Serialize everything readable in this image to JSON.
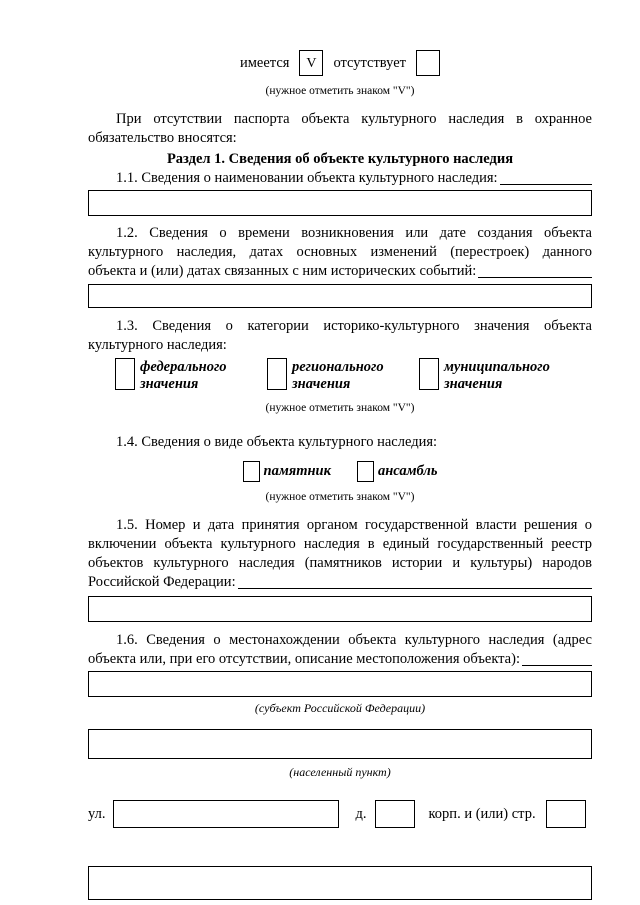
{
  "availability": {
    "present_label": "имеется",
    "present_mark": "V",
    "absent_label": "отсутствует",
    "absent_mark": "",
    "note": "(нужное отметить знаком \"V\")"
  },
  "intro": {
    "lines": [
      "При отсутствии паспорта объекта культурного наследия в охранное",
      "обязательство вносятся:"
    ]
  },
  "section1": {
    "title": "Раздел 1. Сведения об объекте культурного наследия"
  },
  "item11": {
    "label": "1.1. Сведения о наименовании объекта культурного наследия:",
    "value": ""
  },
  "item12": {
    "lines": [
      "1.2. Сведения о времени возникновения или дате создания объекта",
      "культурного наследия, датах основных изменений (перестроек) данного",
      "объекта и (или) датах связанных с ним исторических событий:"
    ],
    "value": ""
  },
  "item13": {
    "lines": [
      "1.3. Сведения о категории историко-культурного значения объекта",
      "культурного наследия:"
    ],
    "options": [
      {
        "line1": "федерального",
        "line2": "значения",
        "mark": ""
      },
      {
        "line1": "регионального",
        "line2": "значения",
        "mark": ""
      },
      {
        "line1": "муниципального",
        "line2": "значения",
        "mark": ""
      }
    ],
    "note": "(нужное отметить знаком \"V\")"
  },
  "item14": {
    "label": "1.4. Сведения о виде объекта культурного наследия:",
    "options": [
      {
        "label": "памятник",
        "mark": ""
      },
      {
        "label": "ансамбль",
        "mark": ""
      }
    ],
    "note": "(нужное отметить знаком \"V\")"
  },
  "item15": {
    "lines": [
      "1.5. Номер и дата принятия органом государственной власти решения о",
      "включении объекта культурного наследия в единый государственный реестр",
      "объектов культурного наследия (памятников истории и культуры) народов",
      "Российской Федерации:"
    ],
    "value": ""
  },
  "item16": {
    "lines": [
      "1.6. Сведения о местонахождении объекта культурного наследия (адрес",
      "объекта или, при его отсутствии, описание местоположения объекта):"
    ],
    "subject_value": "",
    "subject_caption": "(субъект Российской Федерации)",
    "settlement_value": "",
    "settlement_caption": "(населенный пункт)",
    "address": {
      "street_label": "ул.",
      "street_value": "",
      "house_label": "д.",
      "house_value": "",
      "building_label": "корп. и (или) стр.",
      "building_value": ""
    },
    "extra_value": ""
  }
}
